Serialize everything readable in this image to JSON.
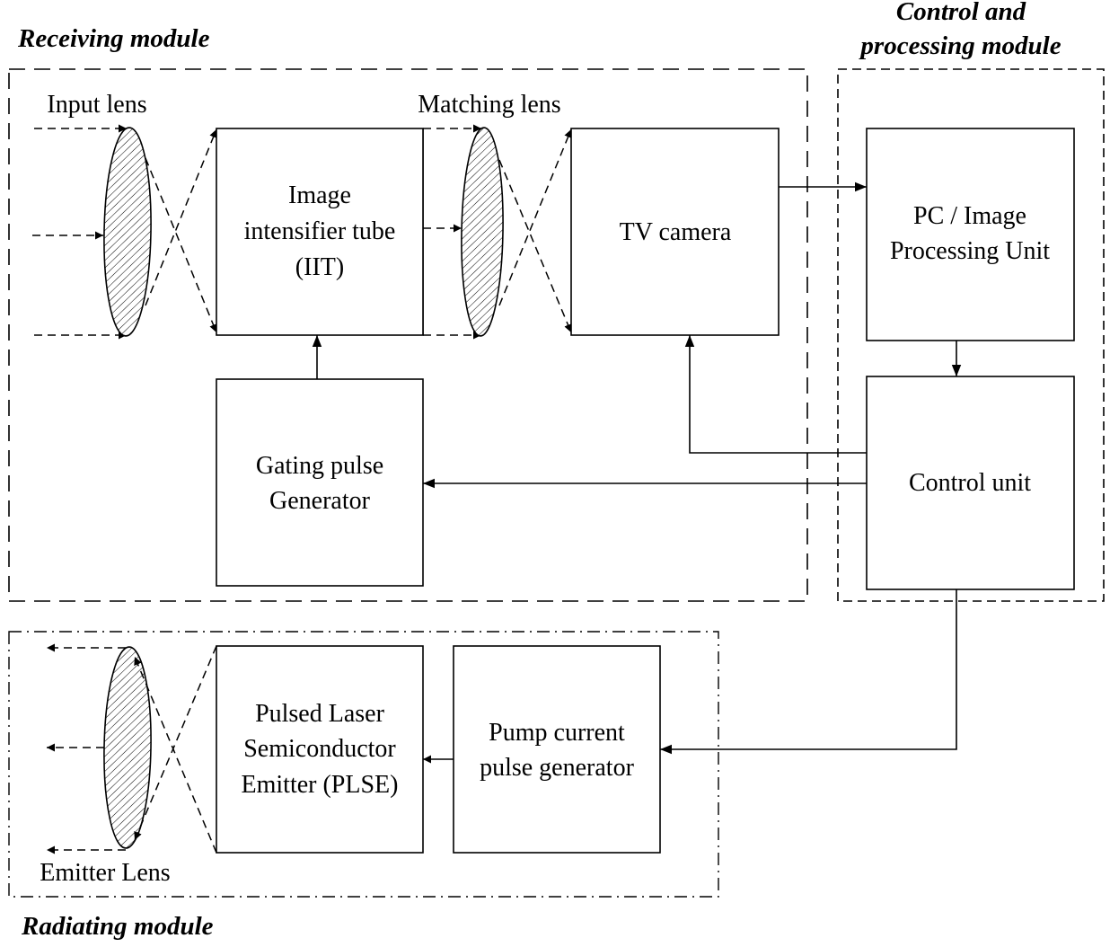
{
  "modules": {
    "receiving": {
      "title": "Receiving module"
    },
    "control": {
      "title_line1": "Control and",
      "title_line2": "processing module"
    },
    "radiating": {
      "title": "Radiating module"
    }
  },
  "lenses": {
    "input": "Input lens",
    "matching": "Matching lens",
    "emitter": "Emitter Lens"
  },
  "blocks": {
    "iit": {
      "lines": [
        "Image",
        "intensifier tube",
        "(IIT)"
      ]
    },
    "tv_camera": {
      "lines": [
        "TV camera"
      ]
    },
    "pc": {
      "lines": [
        "PC / Image",
        "Processing Unit"
      ]
    },
    "control_unit": {
      "lines": [
        "Control unit"
      ]
    },
    "gating": {
      "lines": [
        "Gating pulse",
        "Generator"
      ]
    },
    "plse": {
      "lines": [
        "Pulsed Laser",
        "Semiconductor",
        "Emitter (PLSE)"
      ]
    },
    "pump": {
      "lines": [
        "Pump current",
        "pulse generator"
      ]
    }
  },
  "connections": [
    {
      "from": "TV camera",
      "to": "PC / Image Processing Unit"
    },
    {
      "from": "PC / Image Processing Unit",
      "to": "Control unit"
    },
    {
      "from": "Control unit",
      "to": "TV camera"
    },
    {
      "from": "Control unit",
      "to": "Gating pulse Generator"
    },
    {
      "from": "Gating pulse Generator",
      "to": "Image intensifier tube (IIT)"
    },
    {
      "from": "Control unit",
      "to": "Pump current pulse generator"
    },
    {
      "from": "Pump current pulse generator",
      "to": "Pulsed Laser Semiconductor Emitter (PLSE)"
    }
  ]
}
